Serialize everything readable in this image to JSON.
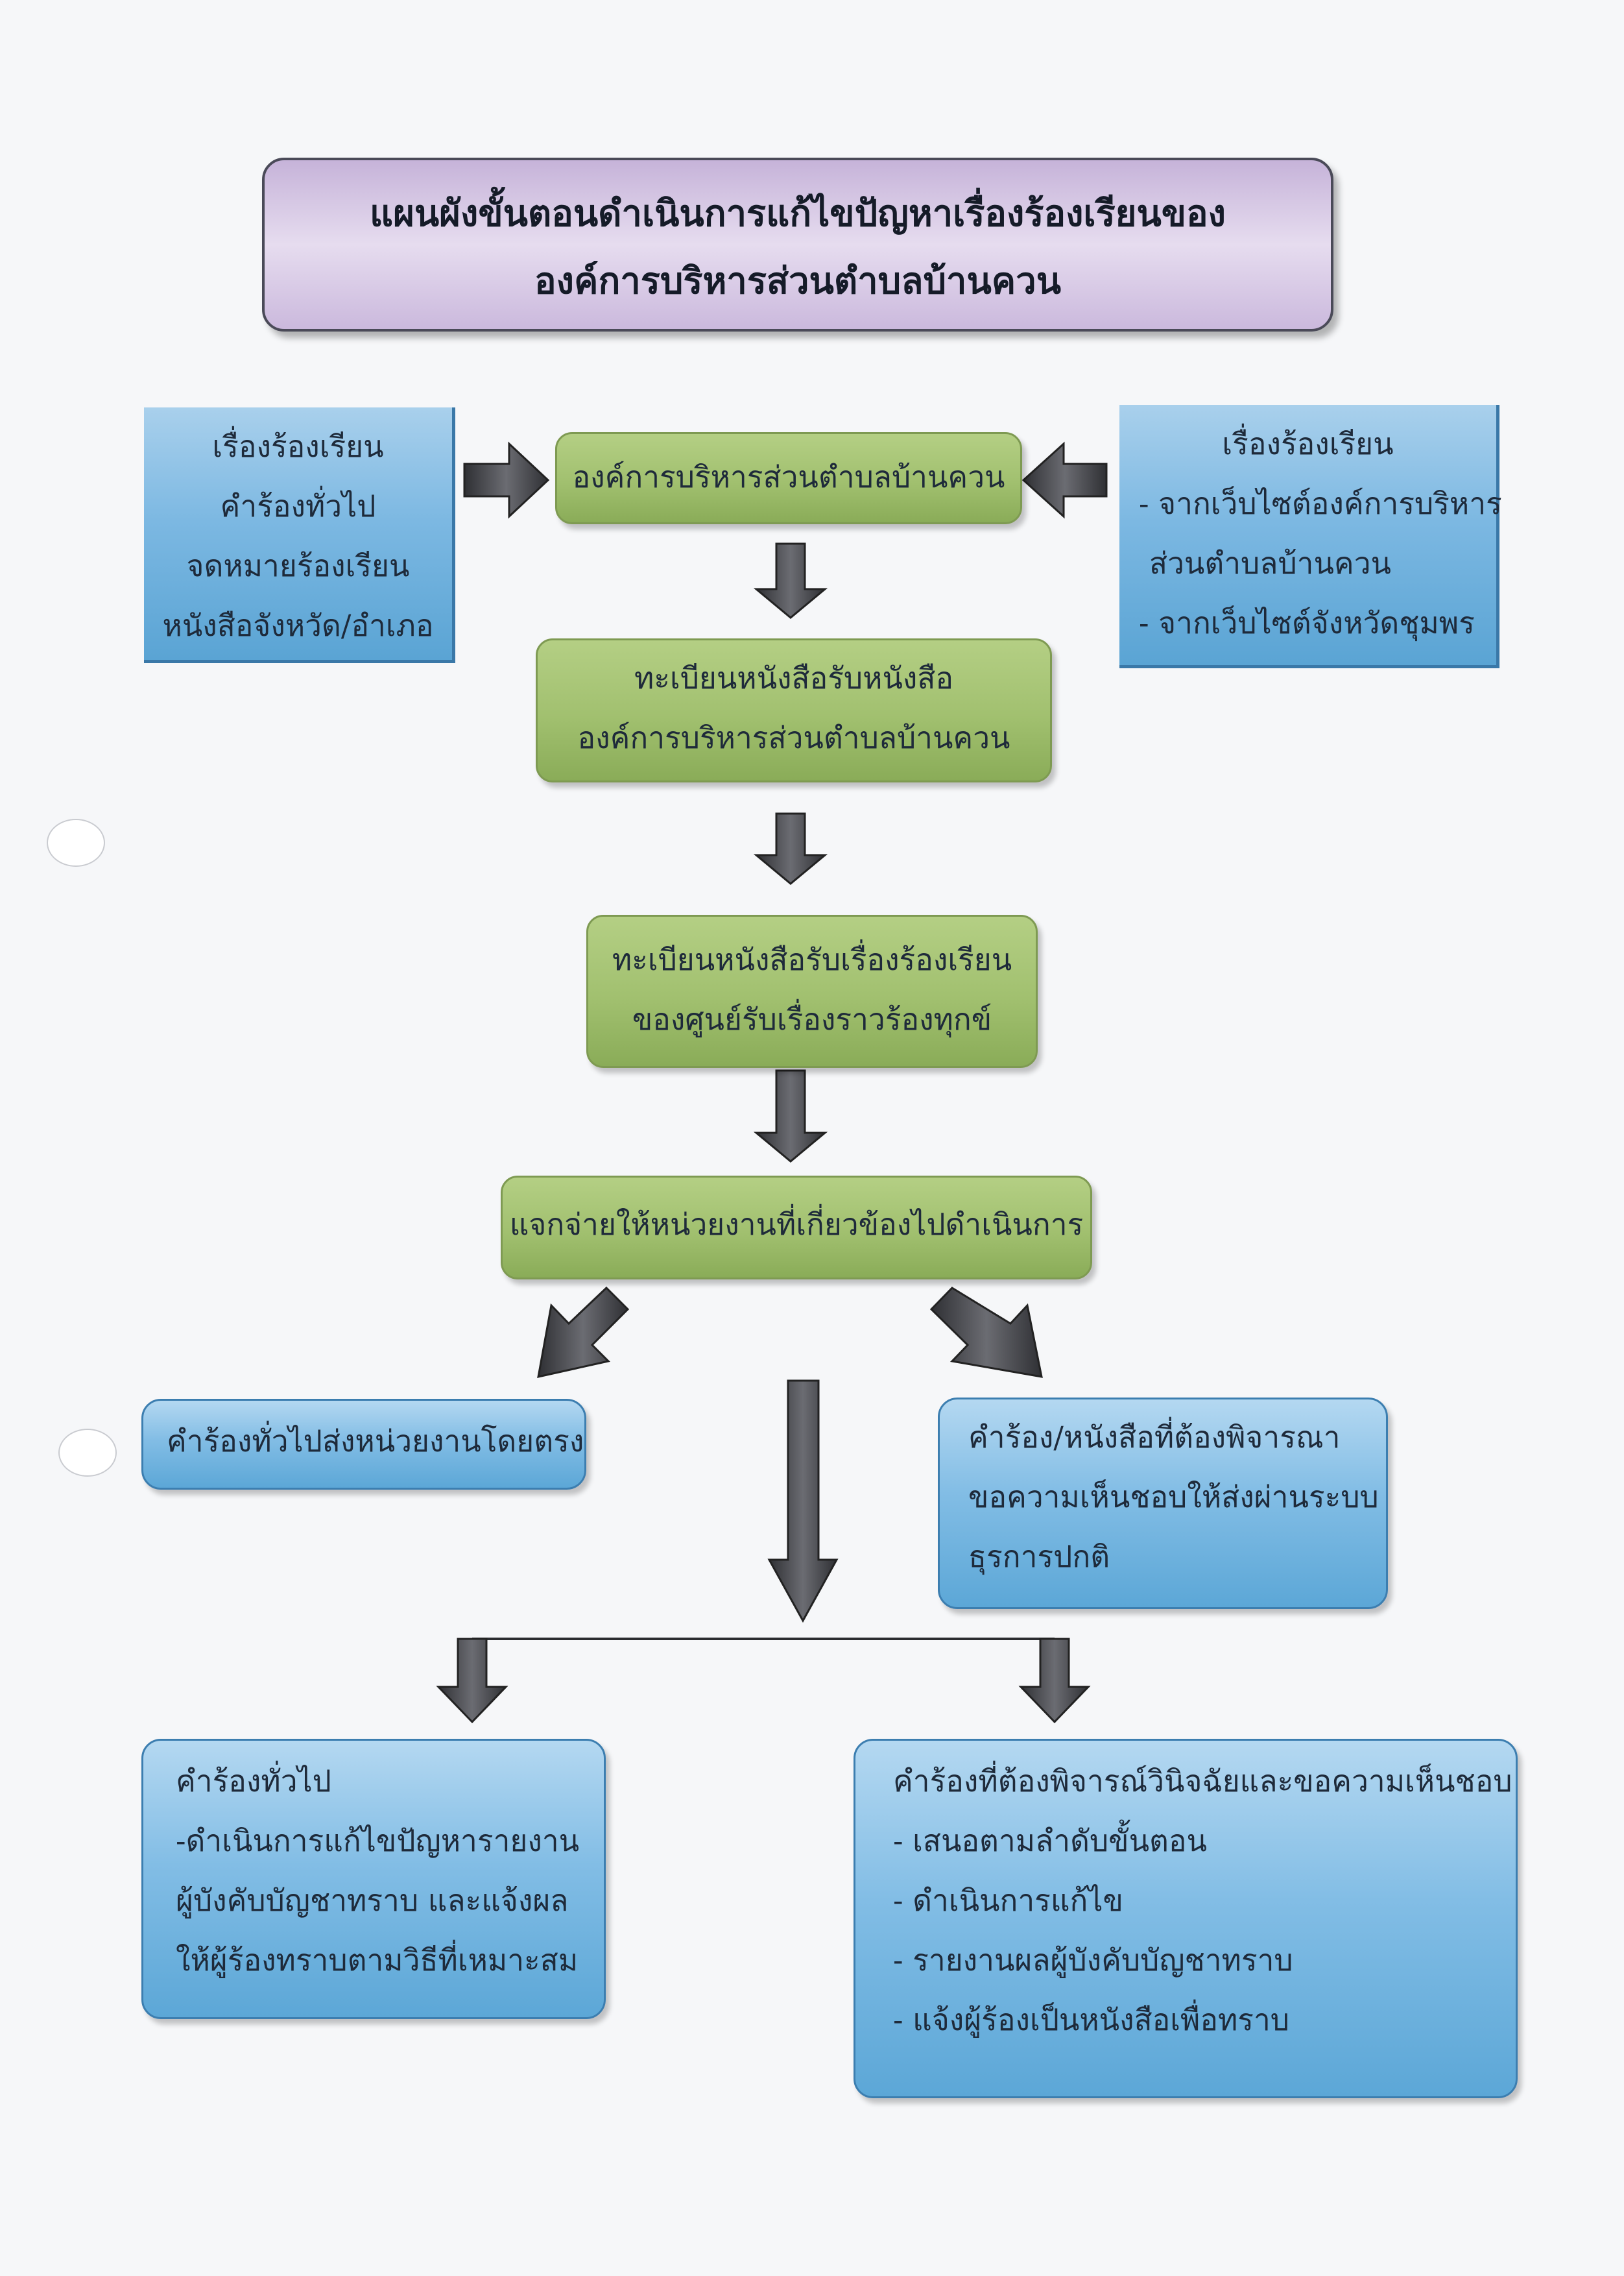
{
  "title": {
    "line1": "แผนผังขั้นตอนดำเนินการแก้ไขปัญหาเรื่องร้องเรียนของ",
    "line2": "องค์การบริหารส่วนตำบลบ้านควน"
  },
  "left_sources": [
    "เรื่องร้องเรียน",
    "คำร้องทั่วไป",
    "จดหมายร้องเรียน",
    "หนังสือจังหวัด/อำเภอ"
  ],
  "right_sources": [
    "เรื่องร้องเรียน",
    "- จากเว็บไซต์องค์การบริหาร",
    "ส่วนตำบลบ้านควน",
    "- จากเว็บไซต์จังหวัดชุมพร"
  ],
  "steps": {
    "receiver": "องค์การบริหารส่วนตำบลบ้านควน",
    "register_book": [
      "ทะเบียนหนังสือรับหนังสือ",
      "องค์การบริหารส่วนตำบลบ้านควน"
    ],
    "register_complaint": [
      "ทะเบียนหนังสือรับเรื่องร้องเรียน",
      "ของศูนย์รับเรื่องราวร้องทุกข์"
    ],
    "distribute": "แจกจ่ายให้หน่วยงานที่เกี่ยวข้องไปดำเนินการ"
  },
  "branches": {
    "direct": "คำร้องทั่วไปส่งหน่วยงานโดยตรง",
    "official": [
      "คำร้อง/หนังสือที่ต้องพิจารณา",
      "ขอความเห็นชอบให้ส่งผ่านระบบ",
      "ธุรการปกติ"
    ]
  },
  "outcomes": {
    "general": [
      "คำร้องทั่วไป",
      "-ดำเนินการแก้ไขปัญหารายงาน",
      "ผู้บังคับบัญชาทราบ และแจ้งผล",
      "ให้ผู้ร้องทราบตามวิธีที่เหมาะสม"
    ],
    "judgement": [
      "คำร้องที่ต้องพิจารณ์วินิจฉัยและขอความเห็นชอบ",
      "- เสนอตามลำดับขั้นตอน",
      "- ดำเนินการแก้ไข",
      "- รายงานผลผู้บังคับบัญชาทราบ",
      "- แจ้งผู้ร้องเป็นหนังสือเพื่อทราบ"
    ]
  },
  "colors": {
    "title_fill": "#d8c9e6",
    "step_fill": "#a1c06f",
    "branch_fill": "#7cb8e2",
    "arrow": "#4a4a4f"
  }
}
